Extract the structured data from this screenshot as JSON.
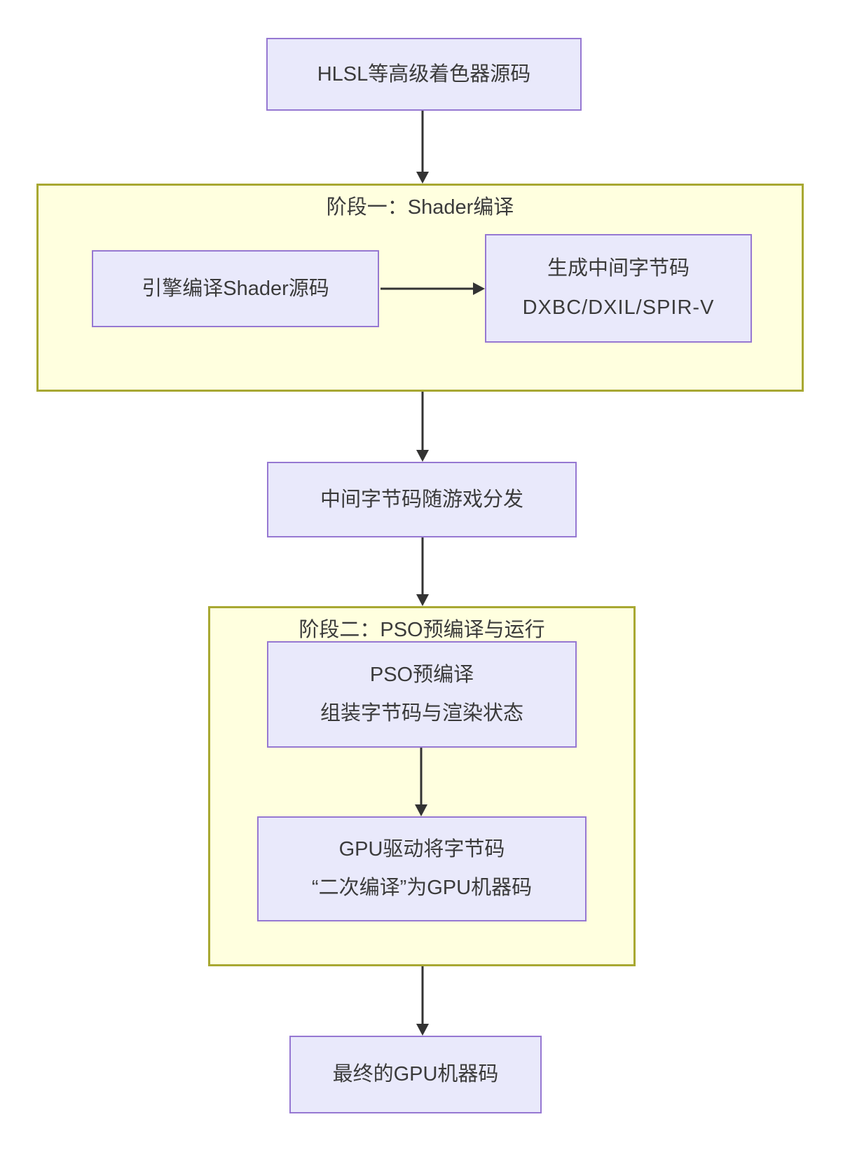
{
  "colors": {
    "node-bg": "#e9e9fb",
    "node-border": "#9678d2",
    "stage-bg": "#ffffdf",
    "stage-border": "#a8a832",
    "text": "#3b3b3b",
    "arrow": "#333333"
  },
  "nodes": {
    "source": {
      "label": "HLSL等高级着色器源码"
    },
    "stage1": {
      "title": "阶段一：Shader编译"
    },
    "engine_compile": {
      "label": "引擎编译Shader源码"
    },
    "bytecode": {
      "line1": "生成中间字节码",
      "line2": "DXBC/DXIL/SPIR-V"
    },
    "distribute": {
      "label": "中间字节码随游戏分发"
    },
    "stage2": {
      "title": "阶段二：PSO预编译与运行"
    },
    "pso": {
      "line1": "PSO预编译",
      "line2": "组装字节码与渲染状态"
    },
    "gpu_driver": {
      "line1": "GPU驱动将字节码",
      "line2": "“二次编译”为GPU机器码"
    },
    "final": {
      "label": "最终的GPU机器码"
    }
  }
}
